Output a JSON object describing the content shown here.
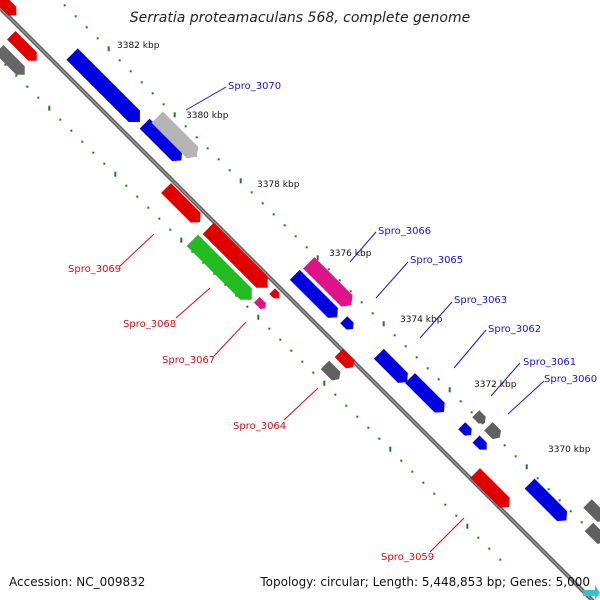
{
  "title": "Serratia proteamaculans 568, complete genome",
  "footer": {
    "accession": "Accession: NC_009832",
    "topology": "Topology: circular; Length: 5,448,853 bp; Genes: 5,000"
  },
  "kbp_labels": [
    "3382 kbp",
    "3380 kbp",
    "3378 kbp",
    "3376 kbp",
    "3374 kbp",
    "3372 kbp",
    "3370 kbp"
  ],
  "gene_labels": {
    "Spro_3070": "Spro_3070",
    "Spro_3066": "Spro_3066",
    "Spro_3065": "Spro_3065",
    "Spro_3063": "Spro_3063",
    "Spro_3062": "Spro_3062",
    "Spro_3061": "Spro_3061",
    "Spro_3060": "Spro_3060",
    "Spro_3069": "Spro_3069",
    "Spro_3068": "Spro_3068",
    "Spro_3067": "Spro_3067",
    "Spro_3064": "Spro_3064",
    "Spro_3059": "Spro_3059"
  },
  "colors": {
    "forward_strand": "#0000e0",
    "reverse_strand": "#e00000",
    "rna": "#777777",
    "highlight_green": "#22bb22",
    "highlight_pink": "#e0128a",
    "backbone": "#808080",
    "tick": "#1f7a1f"
  }
}
